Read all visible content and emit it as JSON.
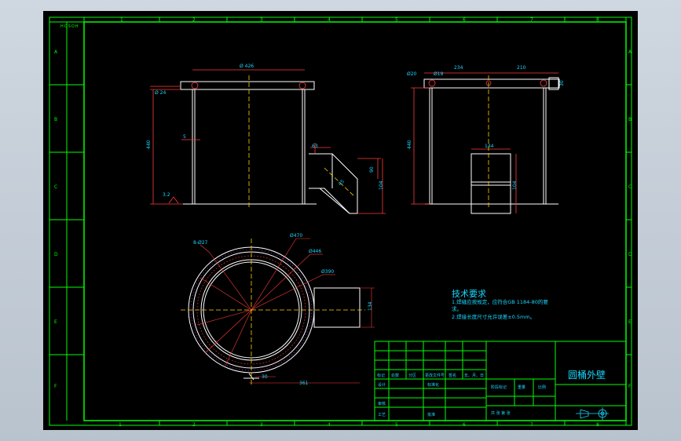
{
  "colors": {
    "frame": "#00ff00",
    "part": "#ffffff",
    "dim": "#ff3b3b",
    "center": "#ffd400",
    "text": "#19d8ff",
    "hatch": "#e040ff"
  },
  "border": {
    "left_labels": [
      "A",
      "B",
      "C",
      "D",
      "E",
      "F"
    ],
    "top_labels": [
      "1",
      "2",
      "3",
      "4",
      "5",
      "6",
      "7",
      "8"
    ],
    "corner_label": "HOSOH"
  },
  "front_view": {
    "d_top": "Ø 426",
    "d_flange": "Ø 24",
    "height": "440",
    "wall": "5",
    "roughness": "3.2",
    "nozzle_w": "63",
    "nozzle_h": "90",
    "nozzle_depth": "104",
    "angle": "45"
  },
  "side_view": {
    "d_hole": "Ø20",
    "d_bolt": "Ø19",
    "left_w": "234",
    "right_w": "210",
    "flange_t": "30",
    "height": "440",
    "nozzle_w": "134",
    "nozzle_h": "104"
  },
  "top_view": {
    "holes": "8-Ø27",
    "d_outer": "Ø470",
    "d_bolt": "Ø446",
    "d_inner": "Ø390",
    "nozzle_w": "134",
    "off_x": "30",
    "off_len": "361"
  },
  "notes": {
    "title": "技术要求",
    "line1": "1.焊缝应按规定，应符合GB 1184-80的要",
    "line2": "求。",
    "line3": "2.焊接长度尺寸允许误差±0.5mm。"
  },
  "title_block": {
    "part_name": "圆桶外壁",
    "row_labels": [
      "标记",
      "处数",
      "分区",
      "更改文件号",
      "签名",
      "年、月、日"
    ],
    "design": "设计",
    "standard": "标准化",
    "review": "审核",
    "process": "工艺",
    "approve": "批准",
    "stage": "阶段标记",
    "weight": "重量",
    "scale": "比例",
    "sheet": "共  张  第  张"
  }
}
